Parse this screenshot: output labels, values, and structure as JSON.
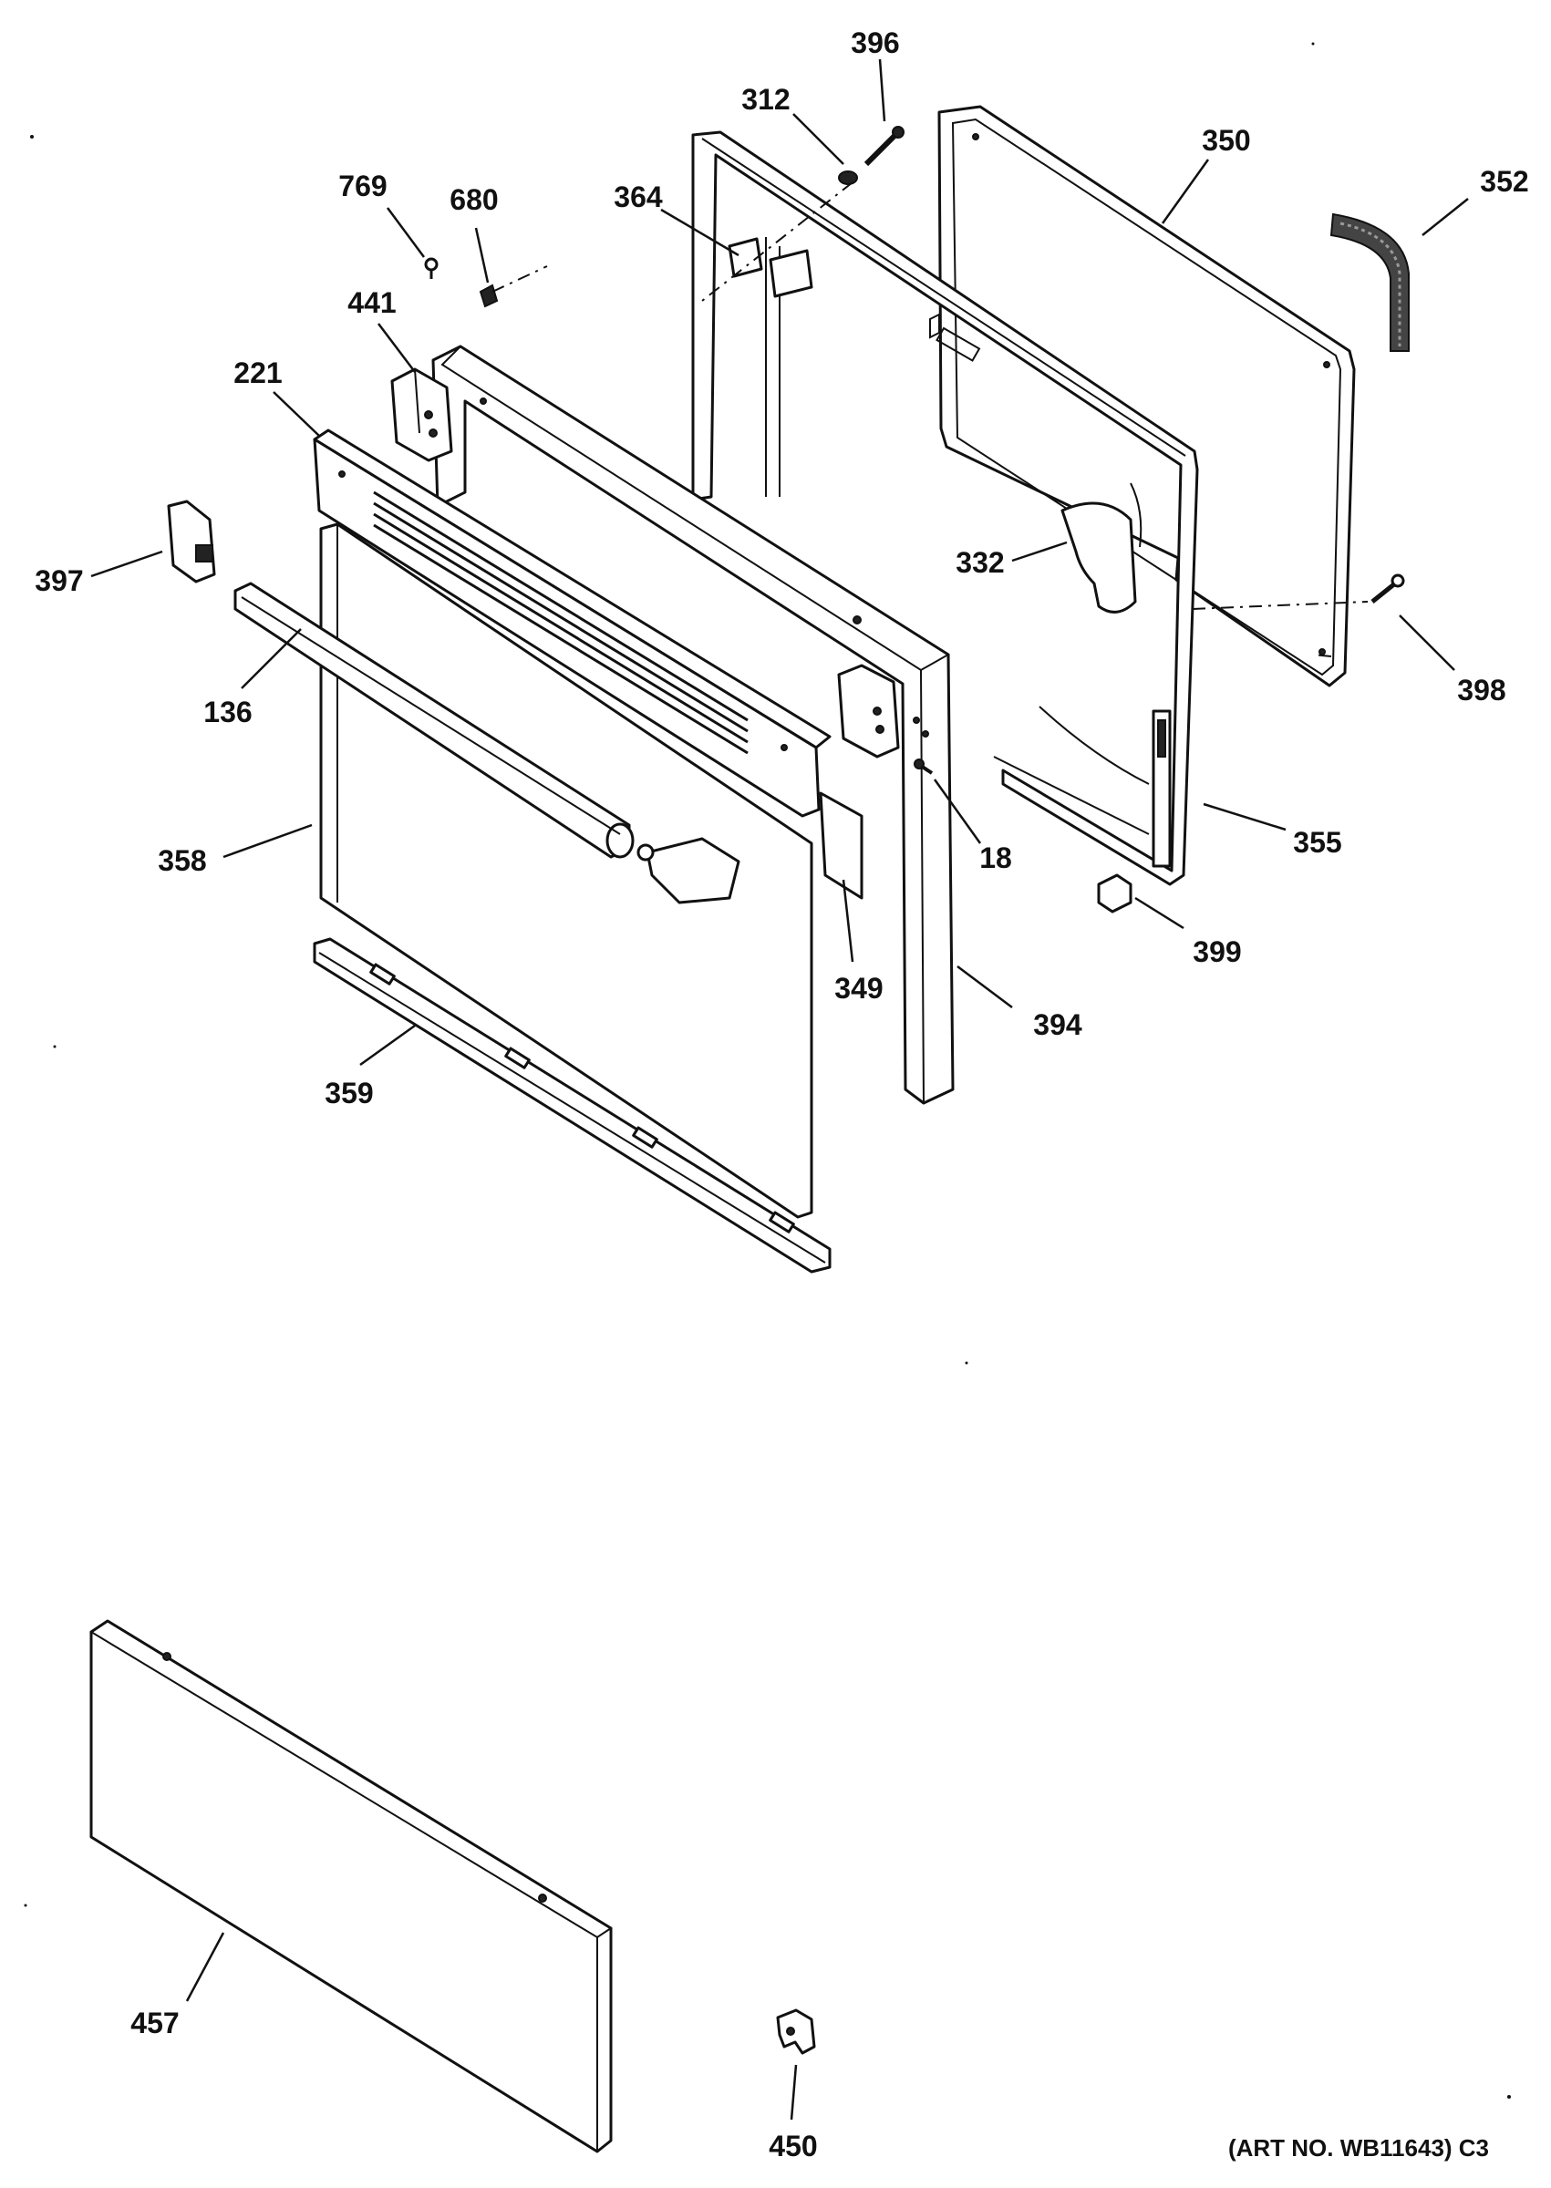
{
  "diagram": {
    "callouts": {
      "c396": "396",
      "c312": "312",
      "c350": "350",
      "c352": "352",
      "c769": "769",
      "c680": "680",
      "c364": "364",
      "c441": "441",
      "c221": "221",
      "c397": "397",
      "c332": "332",
      "c398": "398",
      "c136": "136",
      "c18": "18",
      "c355": "355",
      "c358": "358",
      "c399": "399",
      "c349": "349",
      "c394": "394",
      "c359": "359",
      "c457": "457",
      "c450": "450"
    },
    "art_number": "(ART NO. WB11643) C3"
  }
}
